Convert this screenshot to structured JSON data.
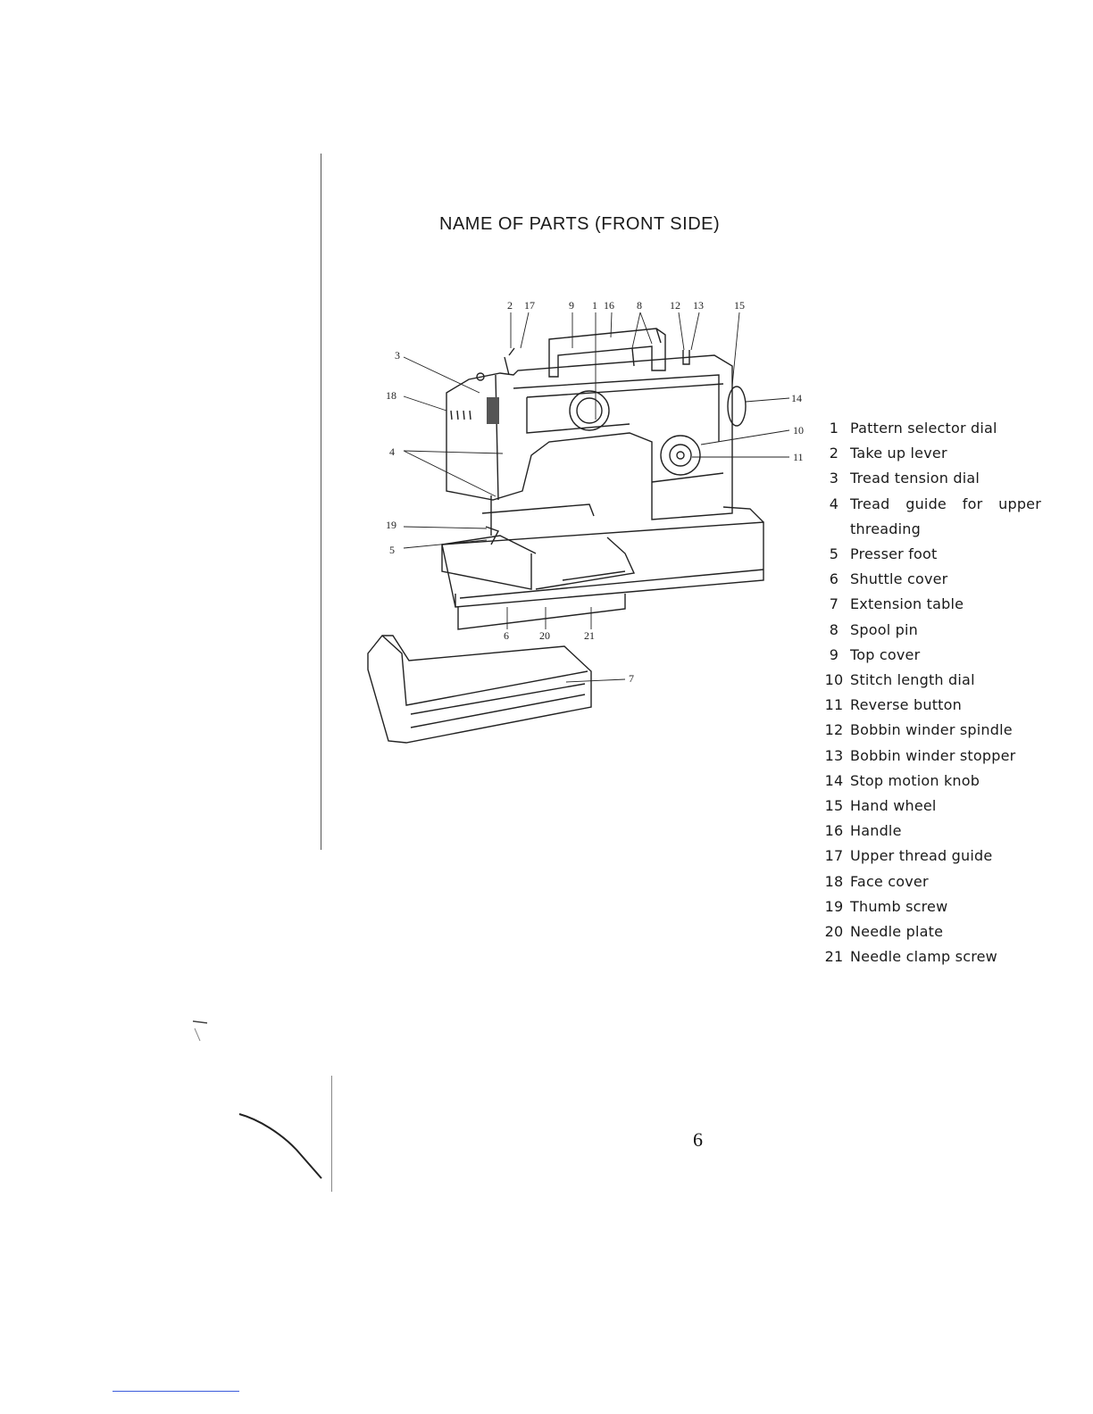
{
  "title": "NAME OF PARTS (FRONT SIDE)",
  "callouts": {
    "c1": "1",
    "c2": "2",
    "c3": "3",
    "c4": "4",
    "c5": "5",
    "c6": "6",
    "c7": "7",
    "c8": "8",
    "c9": "9",
    "c10": "10",
    "c11": "11",
    "c12": "12",
    "c13": "13",
    "c14": "14",
    "c15": "15",
    "c16": "16",
    "c17": "17",
    "c18": "18",
    "c19": "19",
    "c20": "20",
    "c21": "21"
  },
  "parts": [
    {
      "num": "1",
      "label": "Pattern selector dial"
    },
    {
      "num": "2",
      "label": "Take up lever"
    },
    {
      "num": "3",
      "label": "Tread tension dial"
    },
    {
      "num": "4",
      "label": "Tread guide for upper threading"
    },
    {
      "num": "5",
      "label": "Presser foot"
    },
    {
      "num": "6",
      "label": "Shuttle cover"
    },
    {
      "num": "7",
      "label": "Extension table"
    },
    {
      "num": "8",
      "label": "Spool pin"
    },
    {
      "num": "9",
      "label": "Top cover"
    },
    {
      "num": "10",
      "label": "Stitch length dial"
    },
    {
      "num": "11",
      "label": "Reverse button"
    },
    {
      "num": "12",
      "label": "Bobbin winder spindle"
    },
    {
      "num": "13",
      "label": "Bobbin winder stopper"
    },
    {
      "num": "14",
      "label": "Stop motion knob"
    },
    {
      "num": "15",
      "label": "Hand wheel"
    },
    {
      "num": "16",
      "label": "Handle"
    },
    {
      "num": "17",
      "label": "Upper thread guide"
    },
    {
      "num": "18",
      "label": "Face cover"
    },
    {
      "num": "19",
      "label": "Thumb screw"
    },
    {
      "num": "20",
      "label": "Needle plate"
    },
    {
      "num": "21",
      "label": "Needle clamp screw"
    }
  ],
  "page_number": "6"
}
